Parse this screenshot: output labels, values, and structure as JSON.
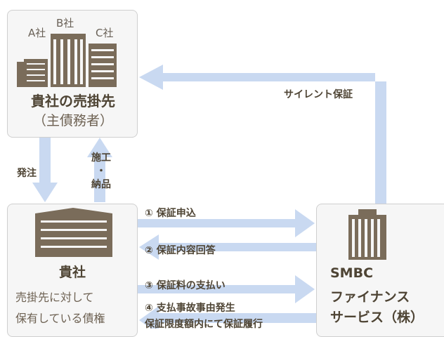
{
  "customer": {
    "label_a": "A社",
    "label_b": "B社",
    "label_c": "C社",
    "title": "貴社の売掛先",
    "subtitle": "（主債務者）"
  },
  "company": {
    "title": "貴社",
    "desc_line1": "売掛先に対して",
    "desc_line2": "保有している債権"
  },
  "smbc": {
    "line1": "SMBC",
    "line2": "ファイナンス",
    "line3": "サービス（株）"
  },
  "flows": {
    "silent_guarantee": "サイレント保証",
    "order": "発注",
    "construction": "施工",
    "dot": "・",
    "delivery": "納品",
    "step1": "① 保証申込",
    "step2": "② 保証内容回答",
    "step3": "③ 保証料の支払い",
    "step4": "④ 支払事故事由発生",
    "step5": "保証限度額内にて保証履行"
  },
  "colors": {
    "arrow": "#c9d9f1",
    "building": "#7a6c5a",
    "text": "#4e4434"
  }
}
